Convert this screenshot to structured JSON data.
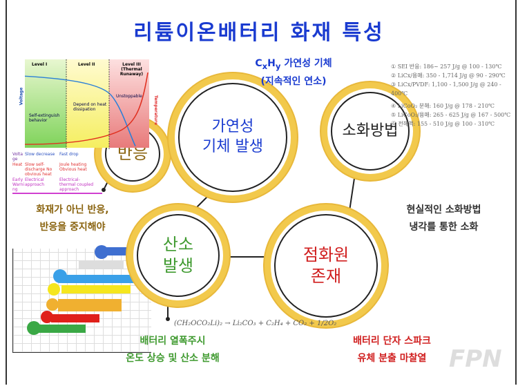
{
  "title": "리튬이온배터리 화재 특성",
  "nodes": {
    "reaction": "반응",
    "gas": [
      "가연성",
      "기체 발생"
    ],
    "extinguish": "소화방법",
    "oxygen": [
      "산소",
      "발생"
    ],
    "ignition": [
      "점화원",
      "존재"
    ]
  },
  "gas_note": {
    "formula_main": "C",
    "formula_x": "x",
    "formula_h": "H",
    "formula_y": "y",
    "line1_rest": " 가연성 기체",
    "line2": "(지속적인 연소)"
  },
  "reaction_note": [
    "화재가 아닌 반응,",
    "반응을 중지해야"
  ],
  "extinguish_note": [
    "현실적인 소화방법",
    "냉각를 통한 소화"
  ],
  "oxygen_note": [
    "배터리 열폭주시",
    "온도 상승 및 산소 분해"
  ],
  "ignition_note": [
    "배터리 단자 스파크",
    "유체 분출 마찰열"
  ],
  "formula": "(CH₂OCO₂Li)₂ → Li₂CO₃ + C₂H₄ + CO₂ + 1/2O₂",
  "specs": [
    "① SEI 반응: 186~ 257 J/g @ 100 - 130℃",
    "② LiCx/용매: 350 - 1,714 J/g @ 90 - 290℃",
    "③ LiCx/PVDF: 1,100 - 1,500 J/g @ 240 - 400℃",
    "④ LiCoO₂ 분해: 160 J/g @ 178 - 210℃",
    "⑤ LiCoO₂/용매: 265 - 625 J/g @ 167 - 500℃",
    "⑥ 전해액: 155 - 510 J/g @ 100 - 310℃"
  ],
  "chart1": {
    "levels": [
      "Level I",
      "Level II",
      "Level III (Thermal Runaway)"
    ],
    "y_left": "Voltage",
    "y_right": "Temperature",
    "zone_text": [
      "Self-extinguish behavior",
      "Depend on heat dissipation",
      "Unstoppable"
    ],
    "rows": [
      {
        "label": "Voltage",
        "cells": [
          "Slow decrease",
          "Fast drop"
        ]
      },
      {
        "label": "Heat",
        "cells": [
          "Slow self-discharge No obvious heat",
          "Joule heating Obvious heat"
        ]
      },
      {
        "label": "Early Warning",
        "cells": [
          "Electrical approach",
          "Electrical-thermal coupled approach"
        ]
      }
    ]
  },
  "watermark": "FPN",
  "colors": {
    "title": "#1a3bd0",
    "ring": "#f2c94c",
    "reaction": "#8a6410",
    "oxygen": "#3f9a2f",
    "ignition": "#d01e1e",
    "gas": "#1a3bd0"
  }
}
